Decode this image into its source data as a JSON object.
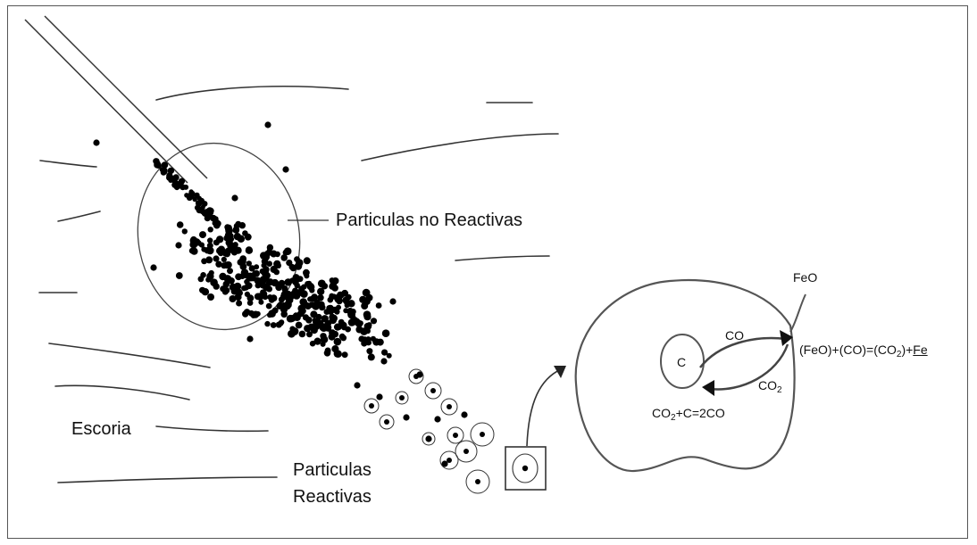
{
  "labels": {
    "non_reactive": "Particulas no Reactivas",
    "slag": "Escoria",
    "reactive_line1": "Particulas",
    "reactive_line2": "Reactivas"
  },
  "detail": {
    "feo": "FeO",
    "carbon": "C",
    "co": "CO",
    "co2_prefix": "CO",
    "co2_sub": "2",
    "eq1_prefix": "(FeO)+(CO)=(CO",
    "eq1_sub": "2",
    "eq1_mid": ")+",
    "eq1_fe": "Fe",
    "eq2_prefix": "CO",
    "eq2_sub": "2",
    "eq2_suffix": "+C=2CO"
  },
  "colors": {
    "ink": "#000000",
    "line": "#555555"
  }
}
